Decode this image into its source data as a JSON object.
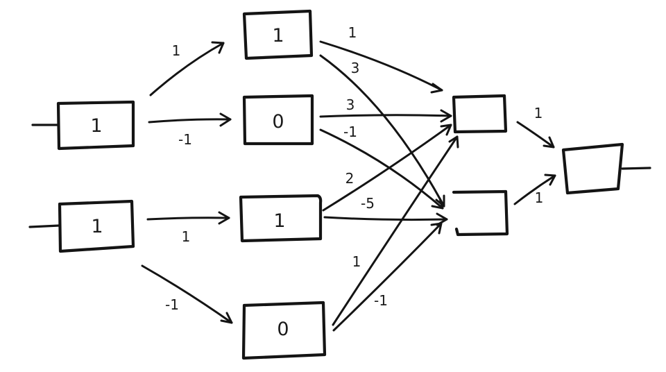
{
  "diagram": {
    "nodes": [
      {
        "id": "in1",
        "value": "1"
      },
      {
        "id": "in2",
        "value": "1"
      },
      {
        "id": "h1",
        "value": "1"
      },
      {
        "id": "h2",
        "value": "0"
      },
      {
        "id": "h3",
        "value": "1"
      },
      {
        "id": "h4",
        "value": "0"
      },
      {
        "id": "o1",
        "value": ""
      },
      {
        "id": "o2",
        "value": ""
      },
      {
        "id": "final",
        "value": ""
      }
    ],
    "edges": [
      {
        "from": "in1",
        "to": "h1",
        "weight": "1"
      },
      {
        "from": "in1",
        "to": "h2",
        "weight": "-1"
      },
      {
        "from": "in2",
        "to": "h3",
        "weight": "1"
      },
      {
        "from": "in2",
        "to": "h4",
        "weight": "-1"
      },
      {
        "from": "h1",
        "to": "o1",
        "weight": "1"
      },
      {
        "from": "h1",
        "to": "o2",
        "weight": "3"
      },
      {
        "from": "h2",
        "to": "o1",
        "weight": "3"
      },
      {
        "from": "h2",
        "to": "o2",
        "weight": "-1"
      },
      {
        "from": "h3",
        "to": "o1",
        "weight": "2"
      },
      {
        "from": "h3",
        "to": "o2",
        "weight": "-5"
      },
      {
        "from": "h4",
        "to": "o1",
        "weight": "1"
      },
      {
        "from": "h4",
        "to": "o2",
        "weight": "-1"
      },
      {
        "from": "o1",
        "to": "final",
        "weight": "1"
      },
      {
        "from": "o2",
        "to": "final",
        "weight": "1"
      }
    ]
  }
}
